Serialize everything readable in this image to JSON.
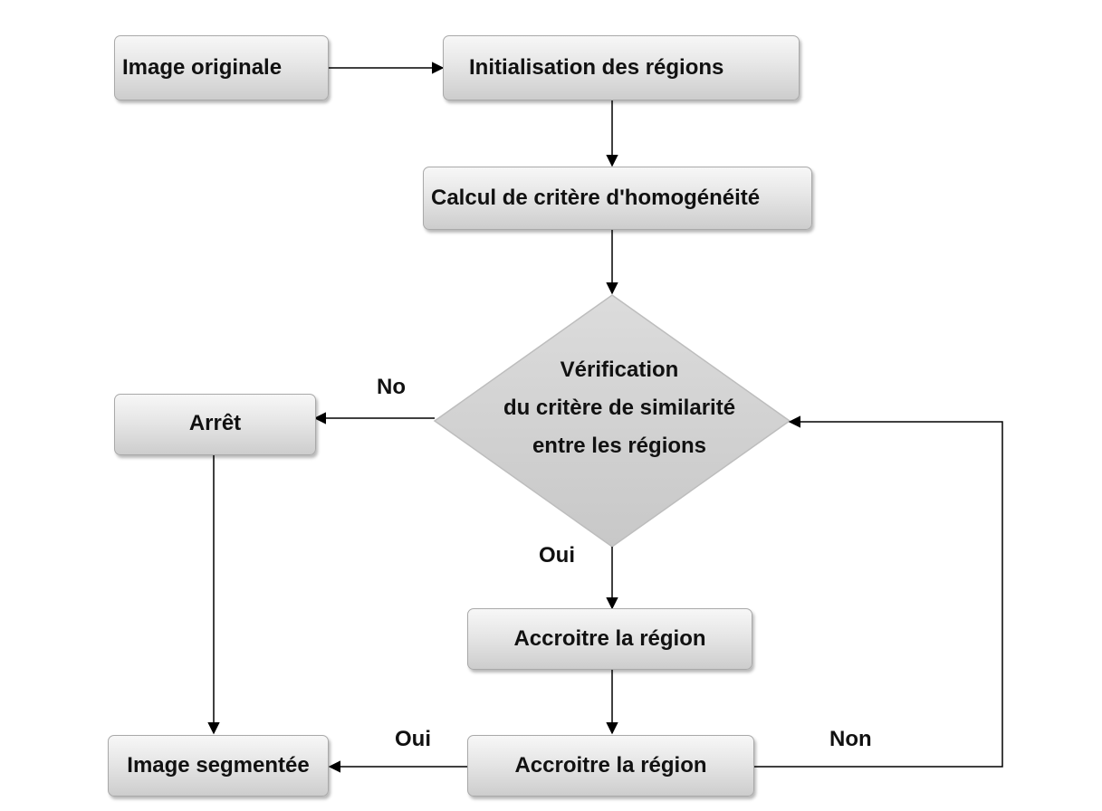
{
  "nodes": {
    "image_originale": "Image originale",
    "initialisation": "Initialisation des régions",
    "calcul": "Calcul de critère d'homogénéité",
    "verification": [
      "Vérification",
      "du critère de similarité",
      "entre les régions"
    ],
    "arret": "Arrêt",
    "accroitre_1": "Accroitre la région",
    "accroitre_2": "Accroitre la région",
    "image_segmentee": "Image segmentée"
  },
  "edge_labels": {
    "no": "No",
    "oui_down": "Oui",
    "oui_left": "Oui",
    "non": "Non"
  },
  "colors": {
    "line": "#000000",
    "node_border": "#a9a9a9",
    "diamond_fill": "#d0d0d0"
  }
}
